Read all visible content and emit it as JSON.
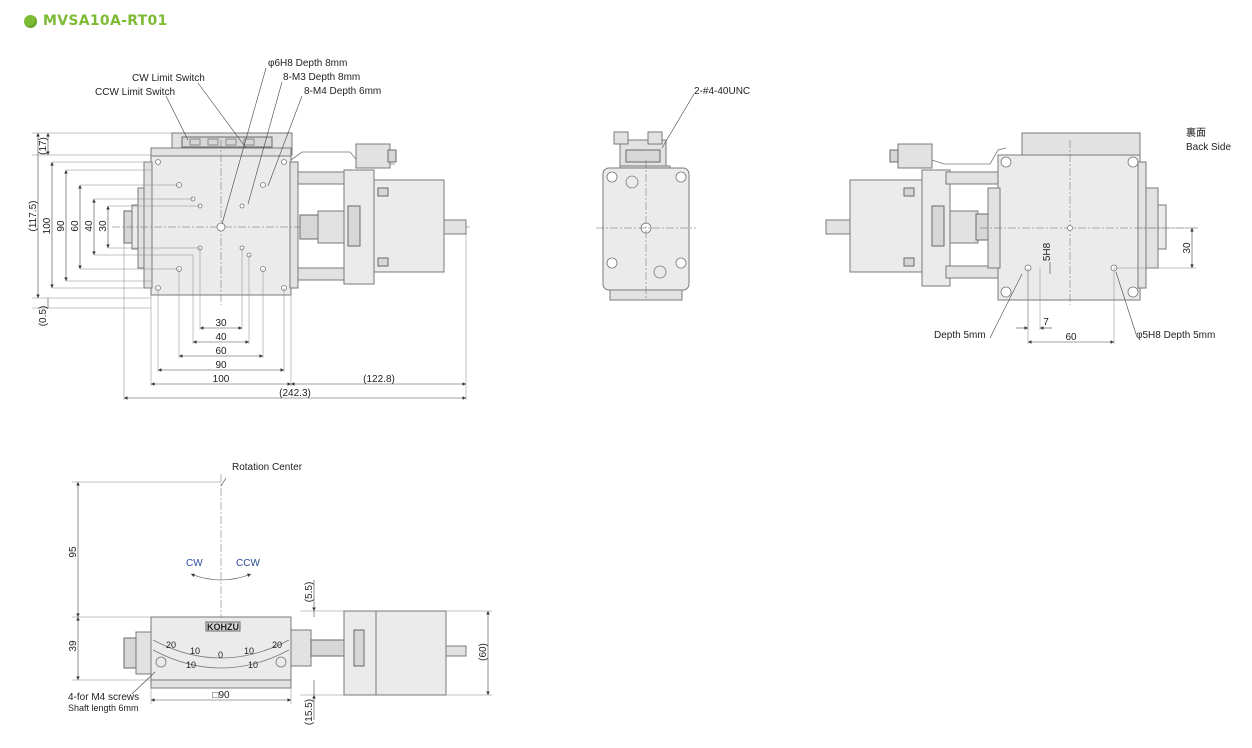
{
  "header": {
    "title": "MVSA10A-RT01",
    "bullet_color": "#7dbb35"
  },
  "top_view": {
    "callouts": {
      "cw_limit": "CW Limit Switch",
      "ccw_limit": "CCW Limit Switch",
      "hole_6h8": "φ6H8 Depth 8mm",
      "m3": "8-M3 Depth 8mm",
      "m4": "8-M4 Depth 6mm"
    },
    "dims_vertical": [
      "(17)",
      "(117.5)",
      "100",
      "90",
      "60",
      "40",
      "30",
      "(0.5)"
    ],
    "dims_horizontal": [
      "30",
      "40",
      "60",
      "90",
      "100",
      "(122.8)",
      "(242.3)"
    ]
  },
  "end_view": {
    "callouts": {
      "connector_screws": "2-#4-40UNC"
    }
  },
  "back_view": {
    "label_jp": "裏面",
    "label_en": "Back Side",
    "dims": [
      "5H8",
      "30",
      "7",
      "60"
    ],
    "callouts": {
      "depth": "Depth 5mm",
      "hole_5h8": "φ5H8 Depth 5mm"
    }
  },
  "front_view": {
    "rotation_center": "Rotation Center",
    "cw": "CW",
    "ccw": "CCW",
    "brand": "KOHZU",
    "dims": [
      "95",
      "39",
      "(5.5)",
      "(60)",
      "(15.5)",
      "□90"
    ],
    "screws_line1": "4-for M4 screws",
    "screws_line2": "Shaft length 6mm",
    "scale_marks": [
      "20",
      "10",
      "0",
      "10",
      "20",
      "10",
      "10"
    ],
    "cw_arrow_color": "#2a4a9a"
  }
}
